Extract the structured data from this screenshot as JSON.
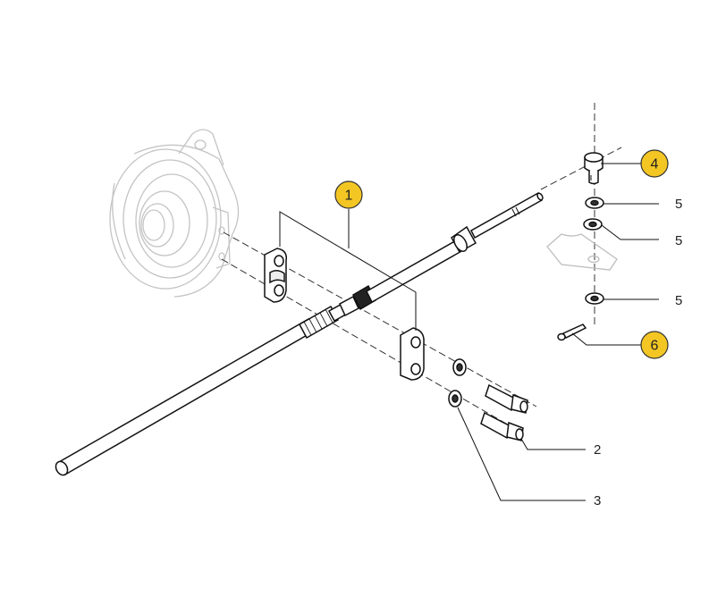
{
  "colors": {
    "bubble_fill": "#f3c623",
    "bubble_stroke": "#333333",
    "line": "#111111",
    "ghost": "#bdbdbd"
  },
  "callouts": {
    "c1": "1",
    "c2": "2",
    "c3": "3",
    "c4": "4",
    "c5a": "5",
    "c5b": "5",
    "c5c": "5",
    "c6": "6"
  }
}
